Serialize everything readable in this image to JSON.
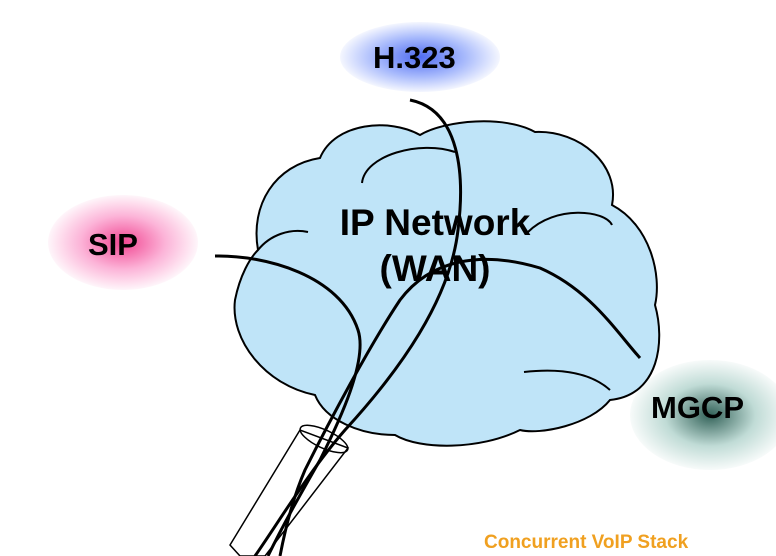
{
  "diagram": {
    "protocols": {
      "h323": "H.323",
      "sip": "SIP",
      "mgcp": "MGCP"
    },
    "network": {
      "line1": "IP Network",
      "line2": "(WAN)"
    },
    "stack_caption": "Concurrent  VoIP Stack",
    "colors": {
      "cloud_fill": "#bfe4f8",
      "h323_glow": "#4664f0",
      "sip_glow": "#f03c8c",
      "mgcp_glow": "#285a50",
      "caption": "#f0a020"
    }
  }
}
